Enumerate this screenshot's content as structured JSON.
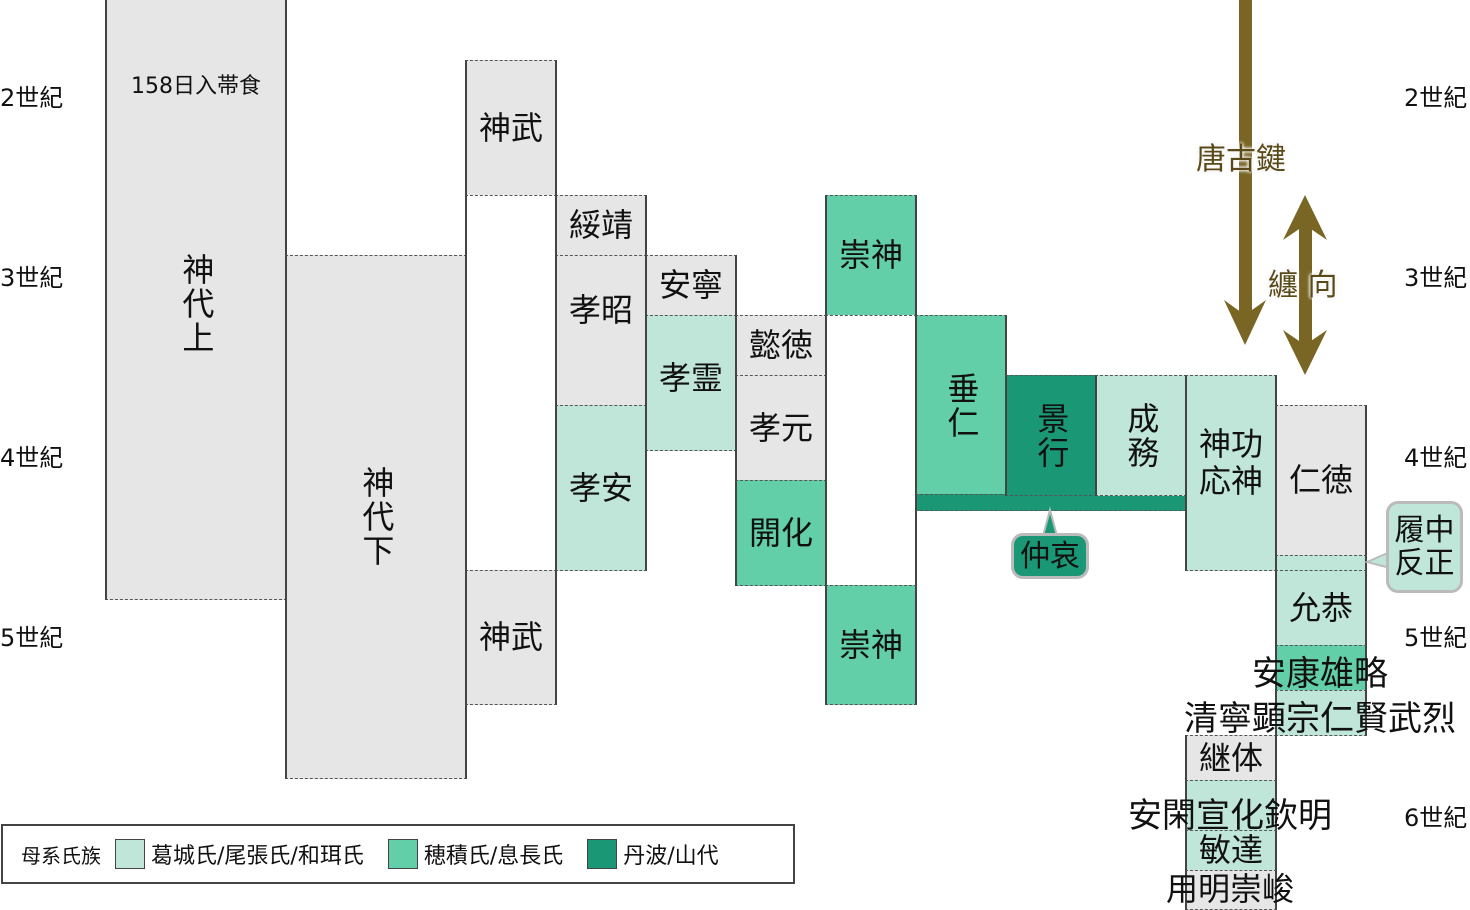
{
  "centuries_left": [
    "2世紀",
    "3世紀",
    "4世紀",
    "5世紀"
  ],
  "centuries_right": [
    "2世紀",
    "3世紀",
    "4世紀",
    "5世紀",
    "6世紀"
  ],
  "blocks": {
    "kamiyo_jo": "神代上",
    "kamiyo_jo_note": "158日入帯食",
    "kamiyo_ge": "神代下",
    "jimmu_1": "神武",
    "jimmu_2": "神武",
    "suizei": "綏靖",
    "kosho": "孝昭",
    "koan": "孝安",
    "annei": "安寧",
    "korei": "孝霊",
    "itoku": "懿徳",
    "kogen": "孝元",
    "kaika": "開化",
    "sujin_1": "崇神",
    "sujin_2": "崇神",
    "suinin": "垂仁",
    "keiko": "景行",
    "seimu": "成務",
    "jingu_ojin": "神功\n応神",
    "nintoku": "仁徳",
    "ingyo": "允恭",
    "anko_yuryaku": "安康雄略",
    "seinei_buretsu": "清寧顕宗仁賢武烈",
    "keitai": "継体",
    "ankan_kimmei": "安閑宣化欽明",
    "bidatsu": "敏達",
    "yomei_sushun": "用明崇峻"
  },
  "callouts": {
    "chuai": "仲哀",
    "richu_hanzei": "履中\n反正"
  },
  "arrows": {
    "karako_kagi": "唐古鍵",
    "makimuku": "纏 向"
  },
  "legend": {
    "title": "母系氏族",
    "items": [
      {
        "label": "葛城氏/尾張氏/和珥氏",
        "color": "#c0e6d9"
      },
      {
        "label": "穂積氏/息長氏",
        "color": "#62cfa8"
      },
      {
        "label": "丹波/山代",
        "color": "#1a9876"
      }
    ]
  },
  "colors": {
    "gray": "#e6e6e6",
    "arrow": "#7a6624"
  }
}
